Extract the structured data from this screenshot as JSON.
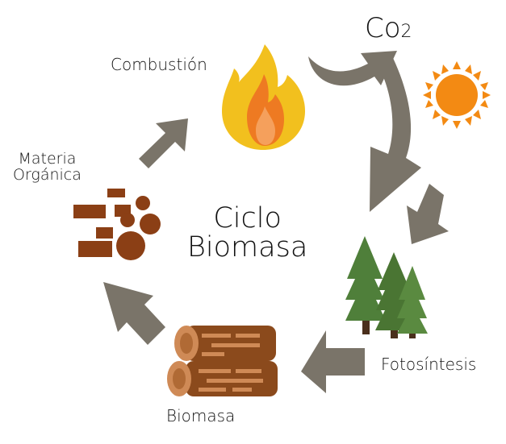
{
  "title": {
    "line1": "Ciclo",
    "line2": "Biomasa"
  },
  "stages": {
    "combustion": {
      "label": "Combustión",
      "icon": "fire-icon"
    },
    "co2": {
      "label_main": "Co",
      "label_sub": "2",
      "icon": "curved-arrow-icon"
    },
    "fotosintesis": {
      "label": "Fotosíntesis",
      "icons": [
        "sun-icon",
        "pine-trees-icon"
      ]
    },
    "biomasa": {
      "label": "Biomasa",
      "icon": "logs-icon"
    },
    "materia": {
      "line1": "Materia",
      "line2": "Orgánica",
      "icon": "organic-matter-icon"
    }
  },
  "colors": {
    "arrow": "#7a7469",
    "flame_outer": "#f2c01e",
    "flame_mid": "#ee7a22",
    "flame_inner": "#f5a05c",
    "sun": "#f38a13",
    "wood_dark": "#8b4a1c",
    "wood_light": "#cf8a56",
    "matter": "#8b3f15",
    "tree": "#4f7f3a",
    "trunk": "#4a2f1c"
  }
}
